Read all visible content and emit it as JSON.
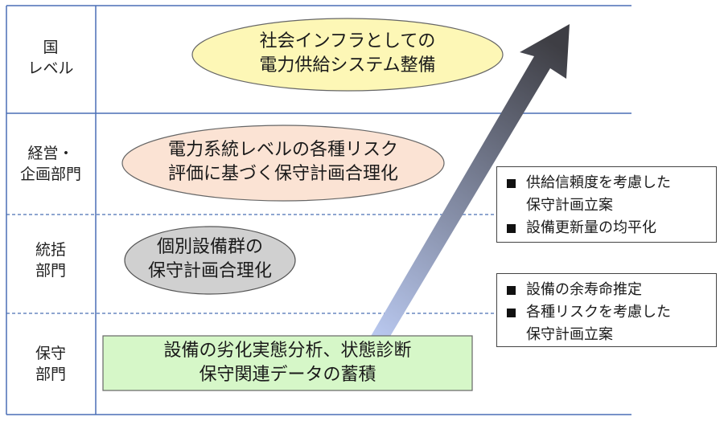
{
  "rows": [
    {
      "label": [
        "国",
        "レベル"
      ]
    },
    {
      "label": [
        "経営・",
        "企画部門"
      ]
    },
    {
      "label": [
        "統括",
        "部門"
      ]
    },
    {
      "label": [
        "保守",
        "部門"
      ]
    }
  ],
  "shapes": {
    "national": {
      "lines": [
        "社会インフラとしての",
        "電力供給システム整備"
      ],
      "fill": "#fdf7b6"
    },
    "management": {
      "lines": [
        "電力系統レベルの各種リスク",
        "評価に基づく保守計画合理化"
      ],
      "fill": "#fbe3d4"
    },
    "supervision": {
      "lines": [
        "個別設備群の",
        "保守計画合理化"
      ],
      "fill": "#d0d0d0"
    },
    "maintenance": {
      "lines": [
        "設備の劣化実態分析、状態診断",
        "保守関連データの蓄積"
      ],
      "fill": "#d6f7c8"
    }
  },
  "notes": [
    {
      "items": [
        {
          "lines": [
            "供給信頼度を考慮した",
            "保守計画立案"
          ]
        },
        {
          "lines": [
            "設備更新量の均平化"
          ]
        }
      ]
    },
    {
      "items": [
        {
          "lines": [
            "設備の余寿命推定"
          ]
        },
        {
          "lines": [
            "各種リスクを考慮した",
            "保守計画立案"
          ]
        }
      ]
    }
  ],
  "colors": {
    "frame": "#4a6fb5",
    "arrow_top": "#3e3e44",
    "arrow_bottom": "#b9c8ef"
  }
}
